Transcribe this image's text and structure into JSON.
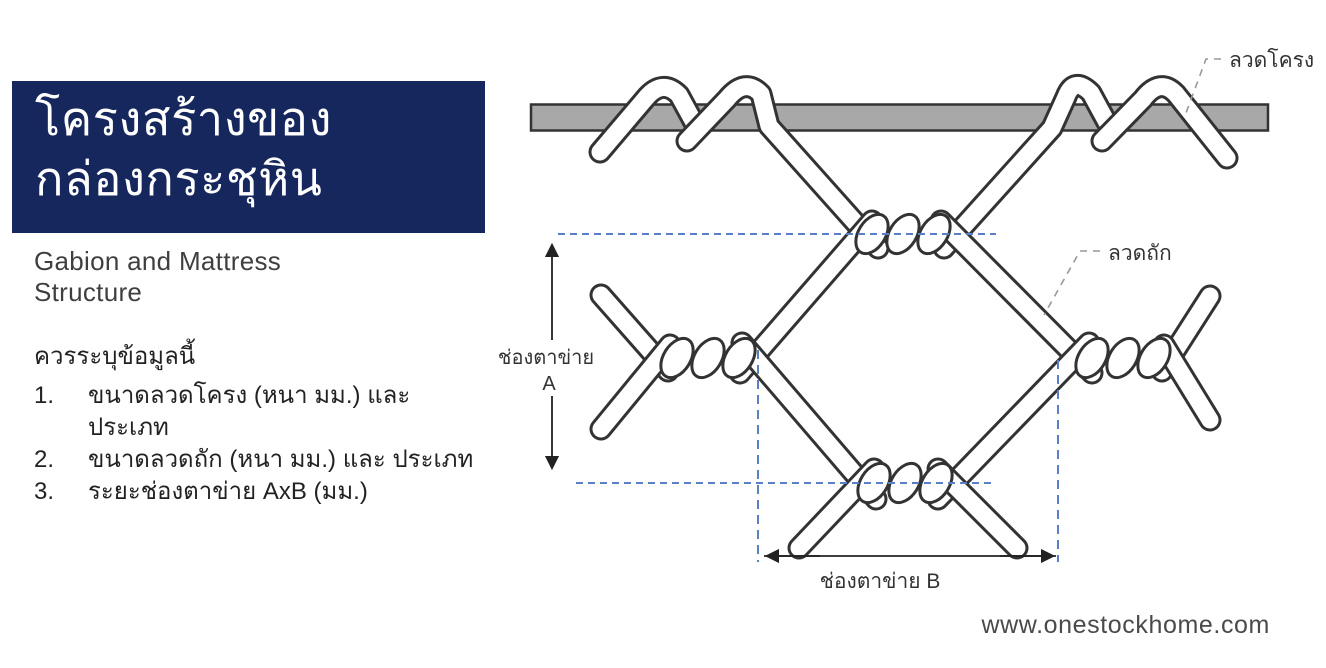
{
  "header": {
    "title_line1": "โครงสร้างของ",
    "title_line2": "กล่องกระชุหิน",
    "subtitle_line1": "Gabion and Mattress",
    "subtitle_line2": "Structure"
  },
  "notes": {
    "heading": "ควรระบุข้อมูลนี้",
    "items": [
      {
        "number": "1.",
        "text": "ขนาดลวดโครง (หนา มม.) และประเภท"
      },
      {
        "number": "2.",
        "text": "ขนาดลวดถัก (หนา มม.) และ ประเภท"
      },
      {
        "number": "3.",
        "text": "ระยะช่องตาข่าย AxB (มม.)"
      }
    ]
  },
  "diagram": {
    "labels": {
      "frame_wire": "ลวดโครง",
      "mesh_wire": "ลวดถัก",
      "opening_a_line1": "ช่องตาข่าย",
      "opening_a_line2": "A",
      "opening_b": "ช่องตาข่าย B"
    }
  },
  "footer": {
    "website": "www.onestockhome.com"
  },
  "colors": {
    "accent_navy": "#16275d",
    "bar_gray": "#a8a8a8",
    "wire_outline": "#333333",
    "guide_blue": "#5b7fc7"
  }
}
